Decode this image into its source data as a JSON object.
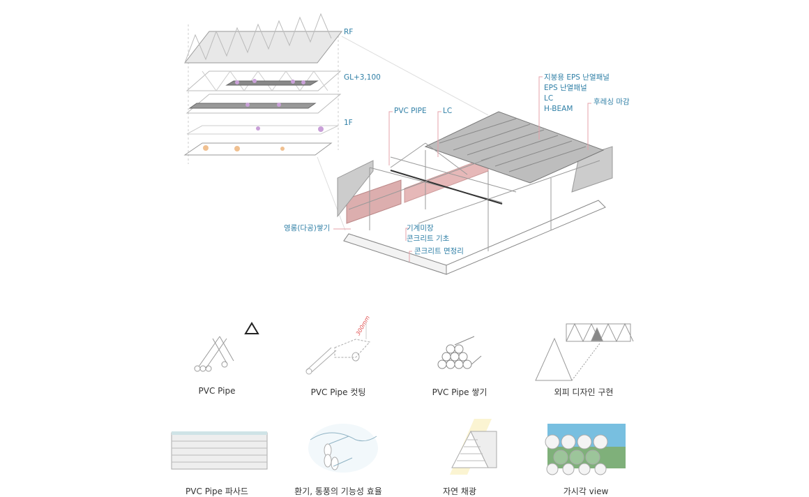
{
  "exploded_levels": {
    "rf": "RF",
    "gl": "GL+3,100",
    "f1": "1F"
  },
  "callouts": {
    "pvc_pipe": "PVC PIPE",
    "lc_top": "LC",
    "roof_group": [
      "지붕용 EPS 난열패널",
      "EPS 난열패널",
      "LC",
      "H-BEAM"
    ],
    "finish": "후레싱 마감",
    "brick": "영롱(다공)쌓기",
    "foundation": [
      "기계미장",
      "콘크리트 기초"
    ],
    "concrete_edge": "콘크리트 면정리"
  },
  "dimension_note": "300mm",
  "process_steps": [
    {
      "caption": "PVC Pipe",
      "icon": "pipes-with-recycle-icon"
    },
    {
      "caption": "PVC Pipe 컷팅",
      "icon": "pipe-cutting-icon"
    },
    {
      "caption": "PVC Pipe 쌓기",
      "icon": "pipe-stack-icon"
    },
    {
      "caption": "외피 디자인 구현",
      "icon": "facade-triangle-icon"
    }
  ],
  "benefits": [
    {
      "caption": "PVC Pipe 파사드",
      "icon": "pipe-facade-icon"
    },
    {
      "caption": "환기, 통풍의 기능성 효율",
      "icon": "ventilation-icon"
    },
    {
      "caption": "자연 채광",
      "icon": "daylight-icon"
    },
    {
      "caption": "가시각 view",
      "icon": "view-icon"
    }
  ],
  "colors": {
    "label": "#2f7fa6",
    "leader": "#e6a0a8",
    "brick": "#d9a9a9",
    "line": "#9a9a9a"
  }
}
